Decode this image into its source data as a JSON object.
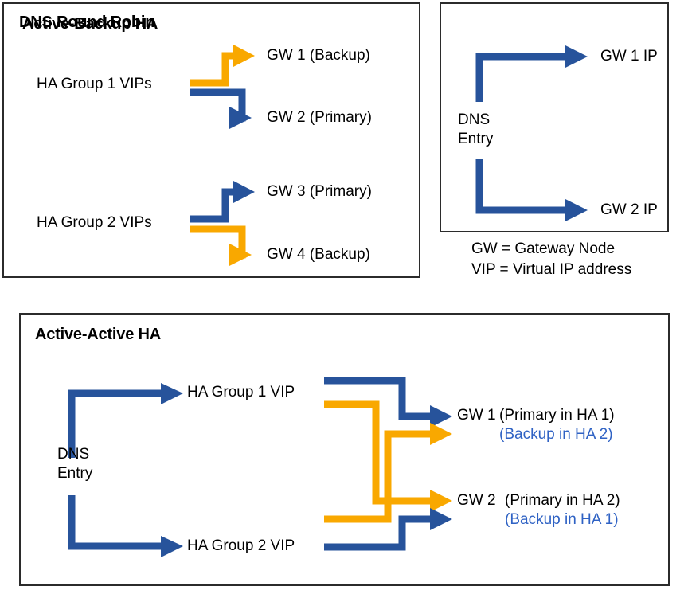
{
  "panels": {
    "active_backup": {
      "title": "Active-Backup HA",
      "groups": [
        {
          "source": "HA Group 1 VIPs",
          "targets": [
            {
              "label": "GW 1 (Backup)",
              "role": "backup",
              "color": "#f9a800"
            },
            {
              "label": "GW 2 (Primary)",
              "role": "primary",
              "color": "#27539b"
            }
          ]
        },
        {
          "source": "HA Group 2 VIPs",
          "targets": [
            {
              "label": "GW 3 (Primary)",
              "role": "primary",
              "color": "#27539b"
            },
            {
              "label": "GW 4 (Backup)",
              "role": "backup",
              "color": "#f9a800"
            }
          ]
        }
      ]
    },
    "dns_round_robin": {
      "title": "DNS Round Robin",
      "source_line1": "DNS",
      "source_line2": "Entry",
      "targets": [
        {
          "label": "GW 1 IP",
          "color": "#27539b"
        },
        {
          "label": "GW 2 IP",
          "color": "#27539b"
        }
      ]
    },
    "active_active": {
      "title": "Active-Active HA",
      "source_line1": "DNS",
      "source_line2": "Entry",
      "vips": [
        {
          "label": "HA Group 1 VIP"
        },
        {
          "label": "HA Group 2 VIP"
        }
      ],
      "gateways": [
        {
          "name": "GW 1",
          "primary": "(Primary in HA 1)",
          "backup": "(Backup in HA 2)",
          "primary_color": "#27539b",
          "backup_color": "#f9a800"
        },
        {
          "name": "GW 2",
          "primary": "(Primary in HA 2)",
          "backup": "(Backup in HA 1)",
          "primary_color": "#f9a800",
          "backup_color": "#27539b"
        }
      ]
    }
  },
  "legend": {
    "line1": "GW = Gateway Node",
    "line2": "VIP = Virtual IP address"
  },
  "colors": {
    "blue": "#27539b",
    "orange": "#f9a800",
    "blue_text": "#2f62c4",
    "border": "#2b2b2b"
  }
}
